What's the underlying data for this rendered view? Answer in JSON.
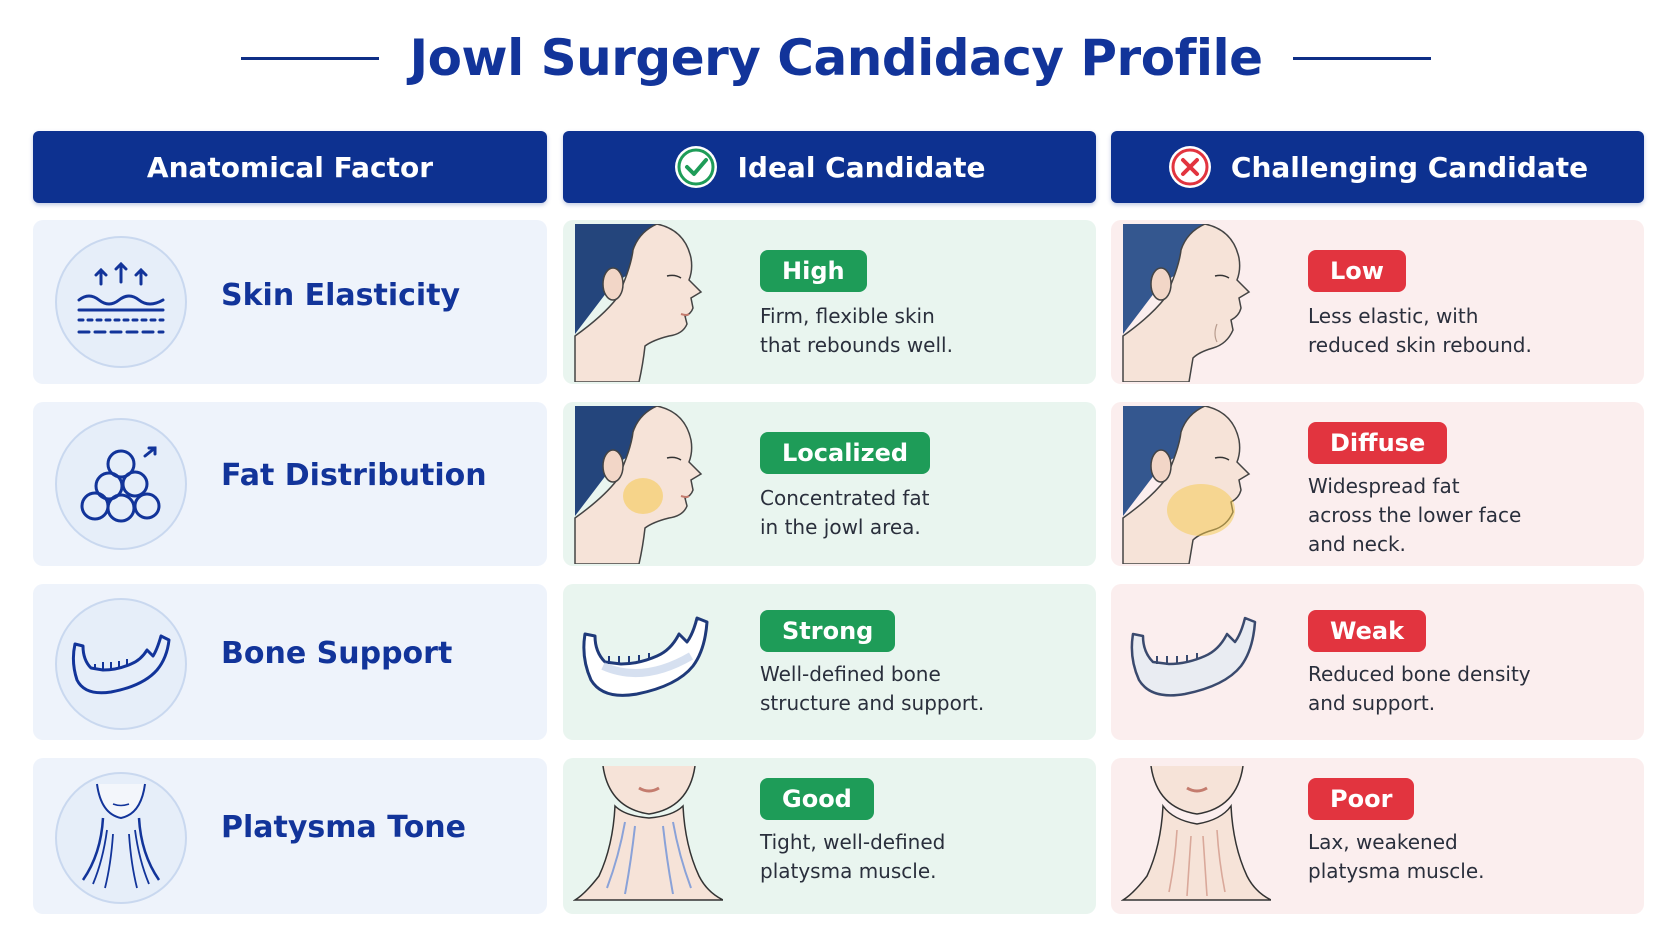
{
  "title": "Jowl Surgery Candidacy Profile",
  "headers": {
    "factor": "Anatomical Factor",
    "ideal": "Ideal Candidate",
    "challenging": "Challenging Candidate"
  },
  "colors": {
    "navy": "#0d3190",
    "ideal_green": "#1e9c58",
    "challenging_red": "#e2343f",
    "ideal_bg": "#e9f5ef",
    "challenging_bg": "#fbeeee",
    "factor_bg": "#eef3fb"
  },
  "rows": [
    {
      "factor": "Skin Elasticity",
      "factor_icon": "skin-layers-icon",
      "ideal_badge": "High",
      "ideal_desc": "Firm, flexible skin\nthat rebounds well.",
      "challenging_badge": "Low",
      "challenging_desc": "Less elastic, with\nreduced skin rebound."
    },
    {
      "factor": "Fat Distribution",
      "factor_icon": "fat-cells-icon",
      "ideal_badge": "Localized",
      "ideal_desc": "Concentrated fat\nin the jowl area.",
      "challenging_badge": "Diffuse",
      "challenging_desc": "Widespread fat\nacross the lower face\nand neck."
    },
    {
      "factor": "Bone Support",
      "factor_icon": "jawbone-icon",
      "ideal_badge": "Strong",
      "ideal_desc": "Well-defined bone\nstructure and support.",
      "challenging_badge": "Weak",
      "challenging_desc": "Reduced bone density\nand support."
    },
    {
      "factor": "Platysma Tone",
      "factor_icon": "neck-muscle-icon",
      "ideal_badge": "Good",
      "ideal_desc": "Tight, well-defined\nplatysma muscle.",
      "challenging_badge": "Poor",
      "challenging_desc": "Lax, weakened\nplatysma muscle."
    }
  ]
}
